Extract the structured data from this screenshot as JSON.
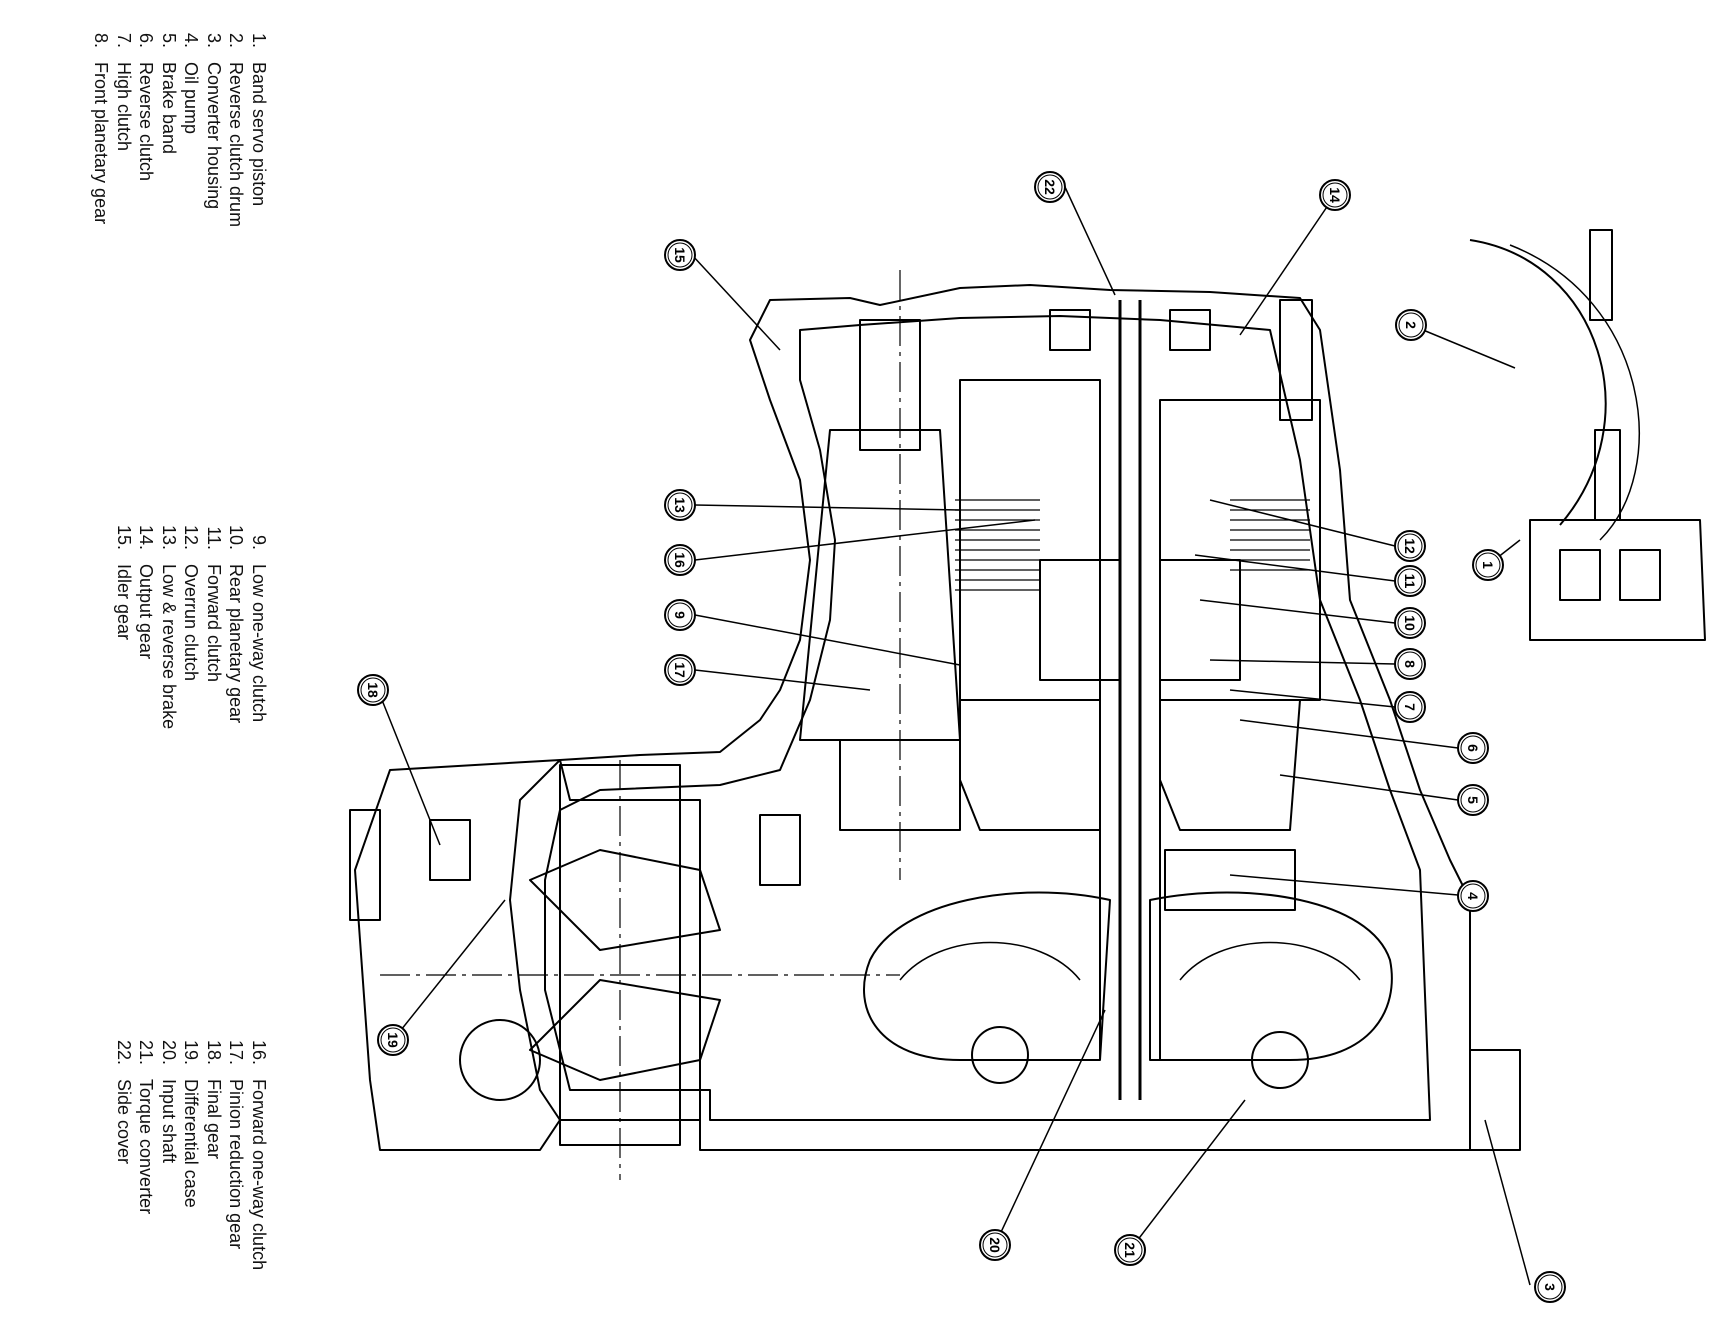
{
  "legend": {
    "items": [
      {
        "num": "1.",
        "label": "Band servo piston"
      },
      {
        "num": "2.",
        "label": "Reverse clutch drum"
      },
      {
        "num": "3.",
        "label": "Converter housing"
      },
      {
        "num": "4.",
        "label": "Oil pump"
      },
      {
        "num": "5.",
        "label": "Brake band"
      },
      {
        "num": "6.",
        "label": "Reverse clutch"
      },
      {
        "num": "7.",
        "label": "High clutch"
      },
      {
        "num": "8.",
        "label": "Front planetary gear"
      },
      {
        "num": "9.",
        "label": "Low one-way clutch"
      },
      {
        "num": "10.",
        "label": "Rear planetary gear"
      },
      {
        "num": "11.",
        "label": "Forward clutch"
      },
      {
        "num": "12.",
        "label": "Overrun clutch"
      },
      {
        "num": "13.",
        "label": "Low & reverse brake"
      },
      {
        "num": "14.",
        "label": "Output gear"
      },
      {
        "num": "15.",
        "label": "Idler gear"
      },
      {
        "num": "16.",
        "label": "Forward one-way clutch"
      },
      {
        "num": "17.",
        "label": "Pinion reduction gear"
      },
      {
        "num": "18.",
        "label": "Final gear"
      },
      {
        "num": "19.",
        "label": "Differential case"
      },
      {
        "num": "20.",
        "label": "Input shaft"
      },
      {
        "num": "21.",
        "label": "Torque converter"
      },
      {
        "num": "22.",
        "label": "Side cover"
      }
    ]
  },
  "callouts": [
    "1",
    "2",
    "3",
    "4",
    "5",
    "6",
    "7",
    "8",
    "9",
    "10",
    "11",
    "12",
    "13",
    "14",
    "15",
    "16",
    "17",
    "18",
    "19",
    "20",
    "21",
    "22"
  ]
}
